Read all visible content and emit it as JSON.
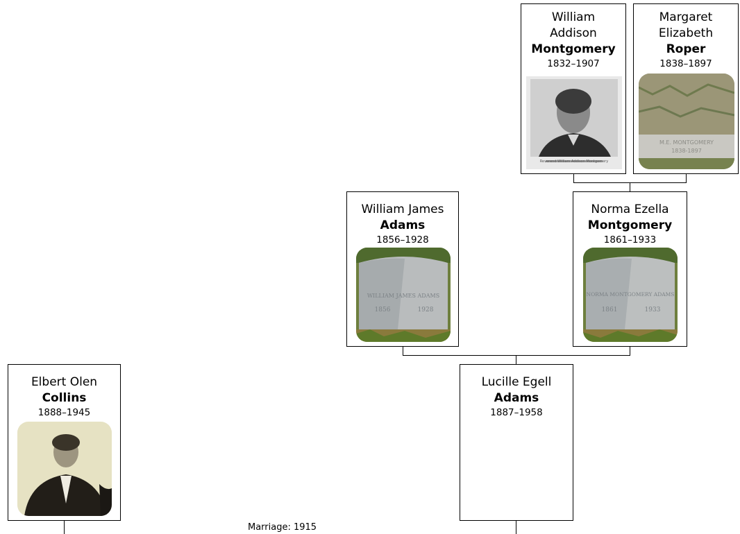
{
  "people": {
    "elbert": {
      "given": "Elbert Olen",
      "surname": "Collins",
      "dates": "1888–1945",
      "photo": "portrait-photo"
    },
    "lucille": {
      "given": "Lucille Egell",
      "surname": "Adams",
      "dates": "1887–1958"
    },
    "william_james": {
      "given": "William James",
      "surname": "Adams",
      "dates": "1856–1928",
      "photo": "headstone-photo"
    },
    "norma": {
      "given": "Norma Ezella",
      "surname": "Montgomery",
      "dates": "1861–1933",
      "photo": "headstone-photo"
    },
    "william_addison": {
      "given_1": "William",
      "given_2": "Addison",
      "surname": "Montgomery",
      "dates": "1832–1907",
      "photo": "portrait-photo",
      "photo_caption": "Reverend William Addison Montgomery"
    },
    "margaret": {
      "given_1": "Margaret",
      "given_2": "Elizabeth",
      "surname": "Roper",
      "dates": "1838–1897",
      "photo": "headstone-photo",
      "photo_inscription": [
        "M.E. MONTGOMERY",
        "1838-1897"
      ]
    }
  },
  "marriage_label": "Marriage: 1915",
  "headstone_inscriptions": {
    "william_james": [
      "WILLIAM JAMES ADAMS",
      "1856",
      "1928"
    ],
    "norma": [
      "NORMA MONTGOMERY ADAMS",
      "1861",
      "1933"
    ]
  }
}
